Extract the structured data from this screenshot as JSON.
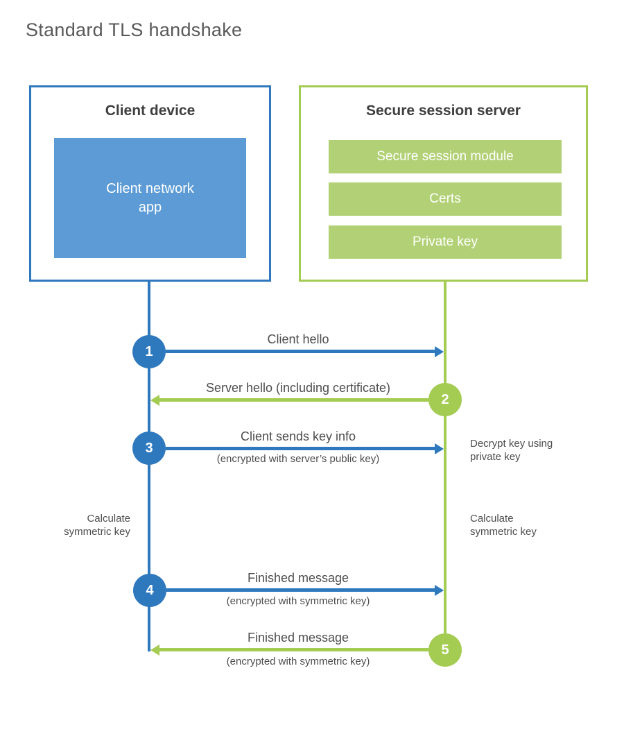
{
  "page": {
    "title": "Standard TLS handshake"
  },
  "colors": {
    "blue": "#2E78BE",
    "blue_light_fill": "#5C9BD5",
    "green": "#A4CB52",
    "green_bar_fill": "#B2D176",
    "heading_text": "#3F3F3F",
    "label_text": "#4D4D4D",
    "title_text": "#595959"
  },
  "client_box": {
    "title": "Client device",
    "app_label": "Client network\napp"
  },
  "server_box": {
    "title": "Secure session server",
    "bars": [
      {
        "label": "Secure session module"
      },
      {
        "label": "Certs"
      },
      {
        "label": "Private key"
      }
    ]
  },
  "messages": [
    {
      "num": "1",
      "label": "Client hello",
      "sublabel": "",
      "direction": "client-to-server"
    },
    {
      "num": "2",
      "label": "Server hello (including certificate)",
      "sublabel": "",
      "direction": "server-to-client"
    },
    {
      "num": "3",
      "label": "Client sends key info",
      "sublabel": "(encrypted with server’s public key)",
      "direction": "client-to-server"
    },
    {
      "num": "4",
      "label": "Finished message",
      "sublabel": "(encrypted with symmetric key)",
      "direction": "client-to-server"
    },
    {
      "num": "5",
      "label": "Finished message",
      "sublabel": "(encrypted with symmetric key)",
      "direction": "server-to-client"
    }
  ],
  "side_notes": {
    "decrypt": "Decrypt key using\nprivate key",
    "calc_client": "Calculate\nsymmetric key",
    "calc_server": "Calculate\nsymmetric key"
  }
}
